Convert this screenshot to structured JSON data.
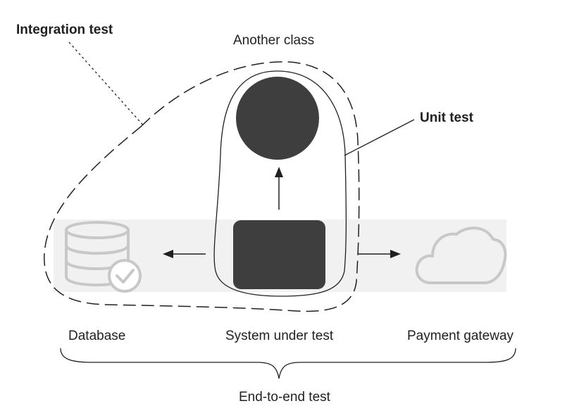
{
  "labels": {
    "integration_test": "Integration test",
    "another_class": "Another class",
    "unit_test": "Unit test",
    "database": "Database",
    "system_under_test": "System under test",
    "payment_gateway": "Payment gateway",
    "end_to_end_test": "End-to-end test"
  },
  "icons": {
    "database": "database-check-icon",
    "payment_gateway": "cloud-icon"
  },
  "colors": {
    "ink": "#231f20",
    "icon_gray": "#c8c8c8",
    "panel_gray": "#f1f1f1"
  }
}
